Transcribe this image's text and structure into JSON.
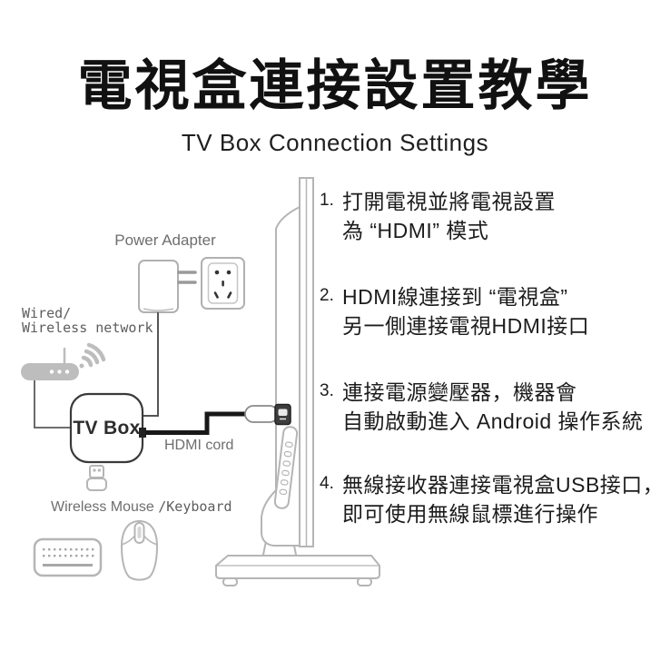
{
  "header": {
    "title": "電視盒連接設置教學",
    "subtitle": "TV Box Connection Settings"
  },
  "diagram": {
    "labels": {
      "power_adapter": "Power Adapter",
      "network_line1": "Wired/",
      "network_line2": "Wireless network",
      "tv_box": "TV Box",
      "hdmi_cord": "HDMI cord",
      "wireless_mouse": "Wireless Mouse ",
      "keyboard": "/Keyboard"
    },
    "icons": {
      "power_adapter": "power-adapter-icon",
      "wall_socket": "wall-socket-icon",
      "wifi_router": "wifi-router-icon",
      "usb_dongle": "usb-dongle-icon",
      "keyboard": "keyboard-icon",
      "mouse": "mouse-icon",
      "tv_side_view": "tv-side-view",
      "hdmi_connector": "hdmi-connector-icon"
    },
    "colors": {
      "outline_gray": "#b5b5b5",
      "icon_gray": "#bdbdbd",
      "label_gray": "#6e6e6e",
      "cable_black": "#1a1a1a",
      "cable_gray": "#555555",
      "tv_box_outline": "#3a3a3a",
      "text_black": "#111111",
      "background": "#ffffff"
    }
  },
  "steps": [
    {
      "num": "1.",
      "lines": [
        "打開電視並將電視設置",
        "為 “HDMI” 模式"
      ]
    },
    {
      "num": "2.",
      "lines": [
        "HDMI線連接到 “電視盒”",
        "另一側連接電視HDMI接口"
      ]
    },
    {
      "num": "3.",
      "lines": [
        "連接電源變壓器，機器會",
        "自動啟動進入 Android 操作系統"
      ]
    },
    {
      "num": "4.",
      "lines": [
        "無線接收器連接電視盒USB接口，",
        "即可使用無線鼠標進行操作"
      ]
    }
  ]
}
